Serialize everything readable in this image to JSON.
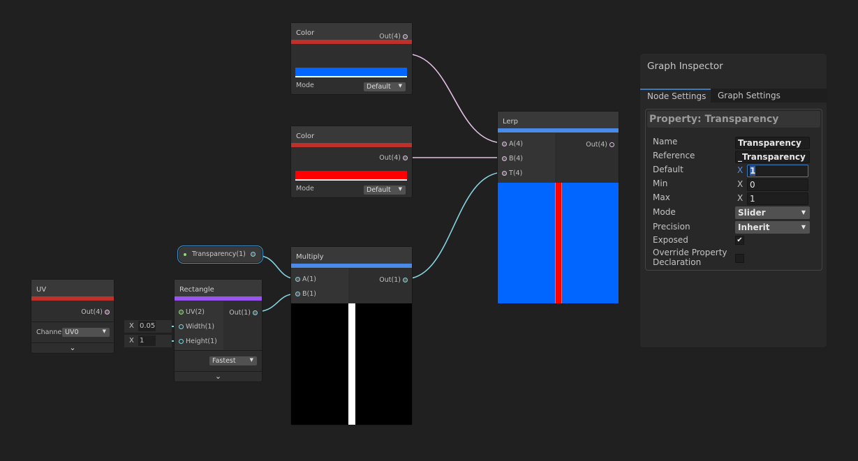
{
  "colors": {
    "swatch1": "#0066ff",
    "swatch2": "#ff0000",
    "accent": "#3a79bb"
  },
  "color_nodes": [
    {
      "title": "Color",
      "out": "Out(4)",
      "mode_label": "Mode",
      "mode_value": "Default"
    },
    {
      "title": "Color",
      "out": "Out(4)",
      "mode_label": "Mode",
      "mode_value": "Default"
    }
  ],
  "lerp": {
    "title": "Lerp",
    "inputs": [
      "A(4)",
      "B(4)",
      "T(4)"
    ],
    "out": "Out(4)"
  },
  "multiply": {
    "title": "Multiply",
    "inputs": [
      "A(1)",
      "B(1)"
    ],
    "out": "Out(1)"
  },
  "property_node": {
    "label": "Transparency(1)"
  },
  "uv": {
    "title": "UV",
    "out": "Out(4)",
    "channel_label": "Channe",
    "channel_value": "UV0"
  },
  "rectangle": {
    "title": "Rectangle",
    "inputs": [
      "UV(2)",
      "Width(1)",
      "Height(1)"
    ],
    "out": "Out(1)",
    "mode_value": "Fastest",
    "width_value": "0.05",
    "height_value": "1",
    "axis": "X"
  },
  "inspector": {
    "title": "Graph Inspector",
    "tabs": [
      "Node Settings",
      "Graph Settings"
    ],
    "section": "Property: Transparency",
    "fields": {
      "name_label": "Name",
      "name": "Transparency",
      "reference_label": "Reference",
      "reference": "_Transparency",
      "default_label": "Default",
      "default": "1",
      "min_label": "Min",
      "min": "0",
      "max_label": "Max",
      "max": "1",
      "axis": "X",
      "mode_label": "Mode",
      "mode": "Slider",
      "precision_label": "Precision",
      "precision": "Inherit",
      "exposed_label": "Exposed",
      "exposed_check": "✔",
      "override_label1": "Override Property",
      "override_label2": "Declaration"
    }
  }
}
